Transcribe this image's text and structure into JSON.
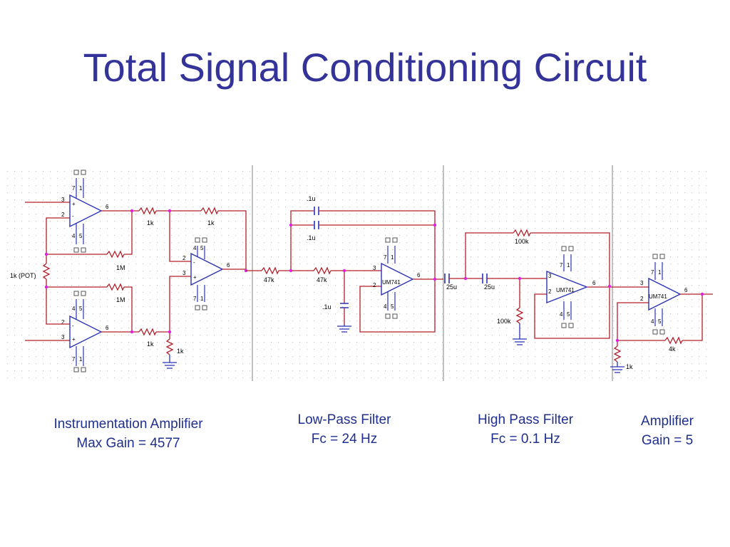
{
  "title": "Total Signal Conditioning Circuit",
  "sections": [
    {
      "line1": "Instrumentation Amplifier",
      "line2": "Max Gain = 4577"
    },
    {
      "line1": "Low-Pass Filter",
      "line2": "Fc = 24 Hz"
    },
    {
      "line1": "High Pass Filter",
      "line2": "Fc = 0.1 Hz"
    },
    {
      "line1": "Amplifier",
      "line2": "Gain = 5"
    }
  ],
  "components": {
    "r_1k_a": "1k",
    "r_1k_b": "1k",
    "r_1k_c": "1k",
    "r_1k_d": "1k",
    "r_1m_a": "1M",
    "r_1m_b": "1M",
    "pot": "1k (POT)",
    "r_47k_a": "47k",
    "r_47k_b": "47k",
    "c_1u_a": ".1u",
    "c_1u_b": ".1u",
    "c_1u_c": ".1u",
    "r_100k_fb": "100k",
    "r_100k_gnd": "100k",
    "c_25u_a": "25u",
    "c_25u_b": "25u",
    "r_4k": "4k",
    "r_1k_e": "1k",
    "opamp_part": "UM741"
  },
  "colors": {
    "wire": "#b3202a",
    "component": "#2b32b8",
    "node": "#e020e0",
    "title": "#333399",
    "caption": "#1f2f8f"
  }
}
